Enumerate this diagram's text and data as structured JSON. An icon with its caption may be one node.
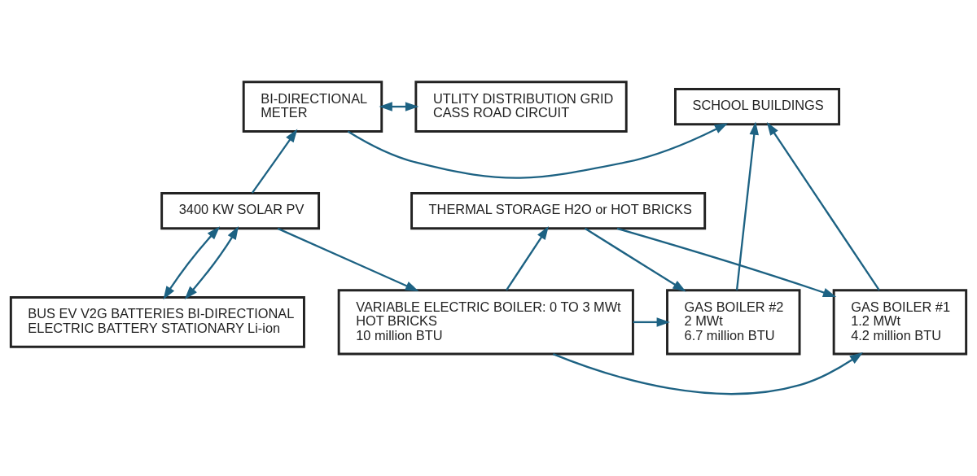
{
  "diagram": {
    "nodes": [
      {
        "text": [
          "SCHOOL BUILDINGS"
        ]
      },
      {
        "text": [
          "BI-DIRECTIONAL",
          "METER"
        ]
      },
      {
        "text": [
          "UTLITY DISTRIBUTION GRID",
          "CASS ROAD CIRCUIT"
        ]
      },
      {
        "text": [
          "GAS BOILER #1",
          "1.2 MWt",
          "4.2 million BTU"
        ]
      },
      {
        "text": [
          "GAS BOILER #2",
          "2 MWt",
          "6.7 million BTU"
        ]
      },
      {
        "text": [
          "VARIABLE ELECTRIC BOILER: 0 TO 3 MWt",
          "HOT BRICKS",
          "10 million BTU"
        ]
      },
      {
        "text": [
          "BUS EV V2G BATTERIES BI-DIRECTIONAL",
          "ELECTRIC BATTERY STATIONARY Li-ion"
        ]
      },
      {
        "text": [
          "THERMAL STORAGE H2O or HOT BRICKS"
        ]
      },
      {
        "text": [
          "3400 KW SOLAR PV"
        ]
      }
    ],
    "edges": [
      {
        "from": 1,
        "to": 0,
        "arrow": "to"
      },
      {
        "from": 1,
        "to": 2,
        "arrow": "both"
      },
      {
        "from": 3,
        "to": 0,
        "arrow": "to"
      },
      {
        "from": 4,
        "to": 0,
        "arrow": "to"
      },
      {
        "from": 7,
        "to": 3,
        "arrow": "to"
      },
      {
        "from": 7,
        "to": 4,
        "arrow": "to"
      },
      {
        "from": 5,
        "to": 3,
        "arrow": "to"
      },
      {
        "from": 5,
        "to": 4,
        "arrow": "to"
      },
      {
        "from": 5,
        "to": 7,
        "arrow": "to"
      },
      {
        "from": 8,
        "to": 1,
        "arrow": "to"
      },
      {
        "from": 8,
        "to": 5,
        "arrow": "to"
      },
      {
        "from": 8,
        "to": 6,
        "arrow": "both"
      },
      {
        "from": 8,
        "to": 6,
        "arrow": "both"
      }
    ]
  }
}
